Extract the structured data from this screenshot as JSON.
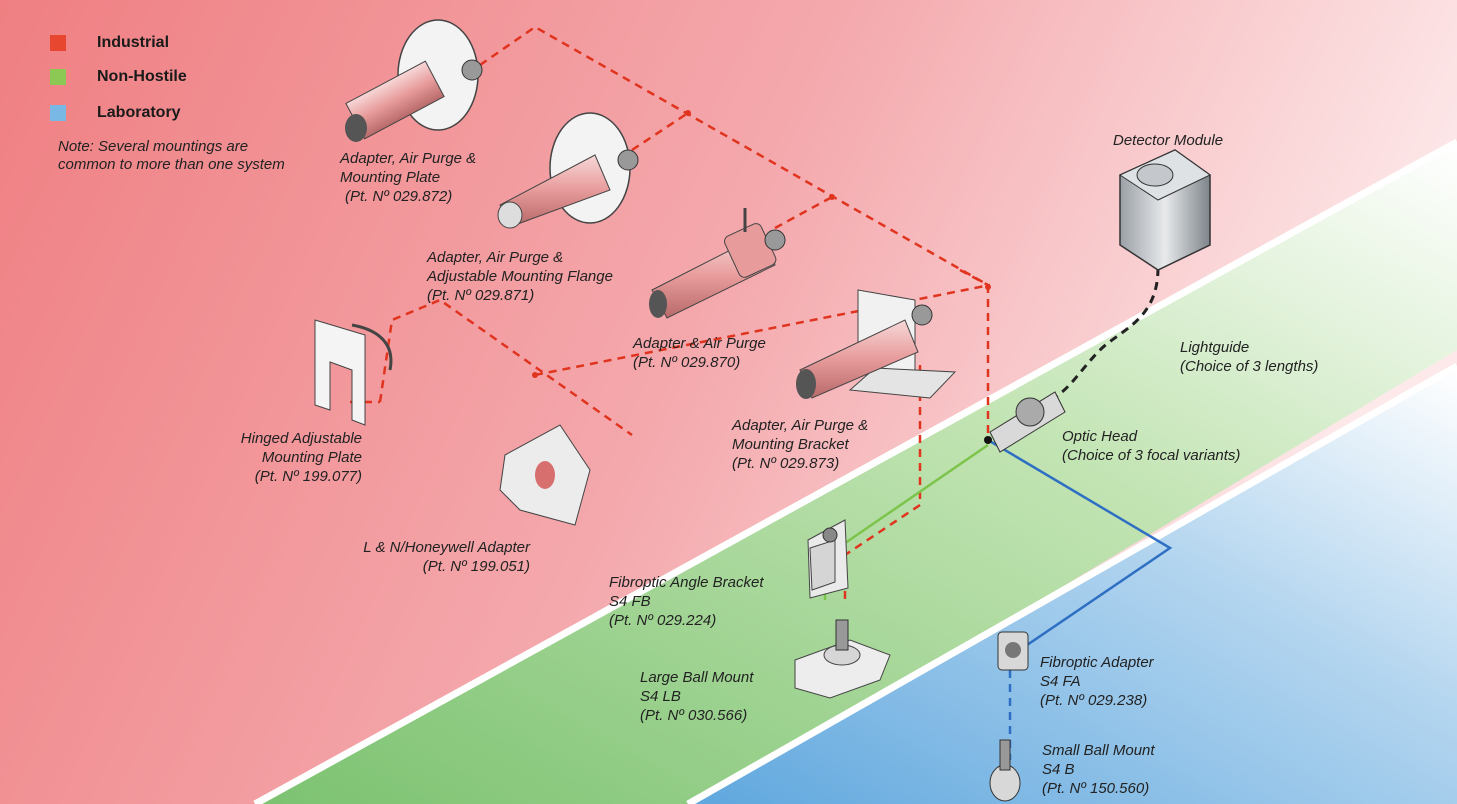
{
  "legend": {
    "items": [
      {
        "label": "Industrial",
        "color": "#e8472f"
      },
      {
        "label": "Non-Hostile",
        "color": "#8cc954"
      },
      {
        "label": "Laboratory",
        "color": "#79b7e4"
      }
    ],
    "note": "Note: Several mountings are common to more than one system"
  },
  "colors": {
    "industrial_bg": "#f08b8d",
    "nonhostile_bg": "#9fd08a",
    "laboratory_bg": "#7cb7e3",
    "industrial_line": "#e0341f",
    "nonhostile_line": "#7cc44a",
    "laboratory_line": "#2f6fc3"
  },
  "labels": {
    "plate_872": {
      "line1": "Adapter, Air Purge &",
      "line2": "Mounting Plate",
      "line3": "(Pt. Nº 029.872)"
    },
    "flange_871": {
      "line1": "Adapter, Air Purge &",
      "line2": "Adjustable Mounting Flange",
      "line3": "(Pt. Nº 029.871)"
    },
    "purge_870": {
      "line1": "Adapter & Air Purge",
      "line2": "(Pt. Nº 029.870)"
    },
    "bracket_873": {
      "line1": "Adapter, Air Purge &",
      "line2": "Mounting Bracket",
      "line3": "(Pt. Nº 029.873)"
    },
    "hinged_077": {
      "line1": "Hinged Adjustable",
      "line2": "Mounting Plate",
      "line3": "(Pt. Nº 199.077)"
    },
    "honeywell_051": {
      "line1": "L & N/Honeywell Adapter",
      "line2": "(Pt. Nº 199.051)"
    },
    "detector": {
      "line1": "Detector Module"
    },
    "lightguide": {
      "line1": "Lightguide",
      "line2": "(Choice of 3 lengths)"
    },
    "optic_head": {
      "line1": "Optic Head",
      "line2": "(Choice of 3 focal variants)"
    },
    "fb_224": {
      "line1": "Fibroptic Angle Bracket",
      "line2": "S4 FB",
      "line3": "(Pt. Nº 029.224)"
    },
    "lb_566": {
      "line1": "Large Ball Mount",
      "line2": "S4 LB",
      "line3": "(Pt. Nº 030.566)"
    },
    "fa_238": {
      "line1": "Fibroptic Adapter",
      "line2": "S4 FA",
      "line3": "(Pt. Nº 029.238)"
    },
    "b_560": {
      "line1": "Small Ball Mount",
      "line2": "S4 B",
      "line3": "(Pt. Nº 150.560)"
    }
  }
}
